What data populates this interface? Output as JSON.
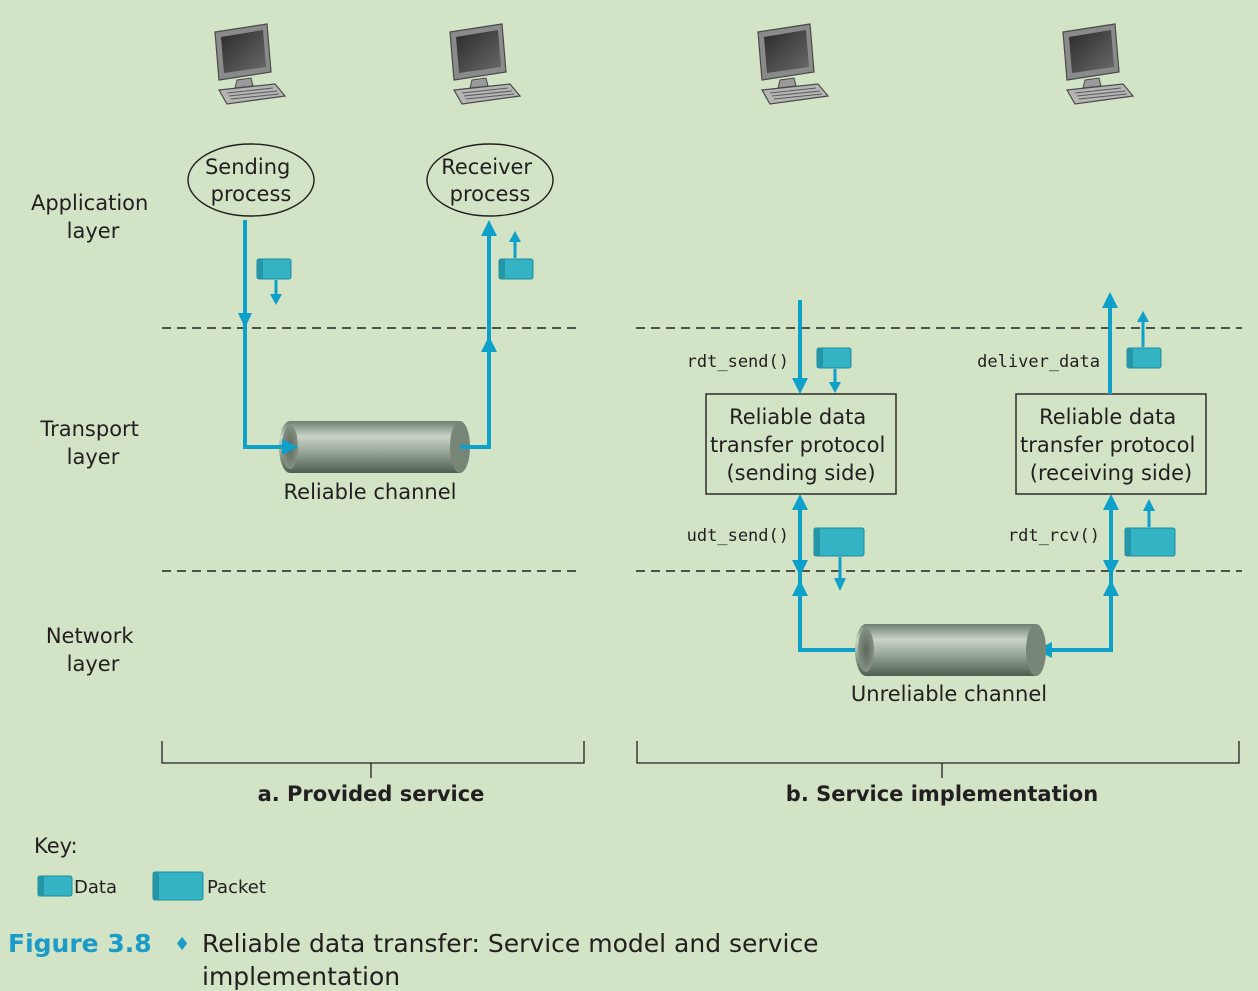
{
  "layers": {
    "application": [
      "Application",
      "layer"
    ],
    "transport": [
      "Transport",
      "layer"
    ],
    "network": [
      "Network",
      "layer"
    ]
  },
  "panel_a": {
    "sending_process": [
      "Sending",
      "process"
    ],
    "receiver_process": [
      "Receiver",
      "process"
    ],
    "reliable_channel": "Reliable channel",
    "title": "a. Provided service"
  },
  "panel_b": {
    "rdt_send": "rdt_send()",
    "deliver_data": "deliver_data",
    "udt_send": "udt_send()",
    "rdt_rcv": "rdt_rcv()",
    "sender_box": [
      "Reliable data",
      "transfer protocol",
      "(sending side)"
    ],
    "receiver_box": [
      "Reliable data",
      "transfer protocol",
      "(receiving side)"
    ],
    "unreliable_channel": "Unreliable channel",
    "title": "b. Service implementation"
  },
  "key": {
    "title": "Key:",
    "data": "Data",
    "packet": "Packet"
  },
  "figure": {
    "label": "Figure 3.8",
    "bullet": "♦",
    "caption_line1": "Reliable data transfer: Service model and service",
    "caption_line2": "implementation"
  },
  "colors": {
    "background": "#d2e3c6",
    "arrow": "#0da0c9",
    "packet": "#33b3c4"
  },
  "icons": [
    "computer-icon",
    "computer-icon",
    "computer-icon",
    "computer-icon"
  ]
}
